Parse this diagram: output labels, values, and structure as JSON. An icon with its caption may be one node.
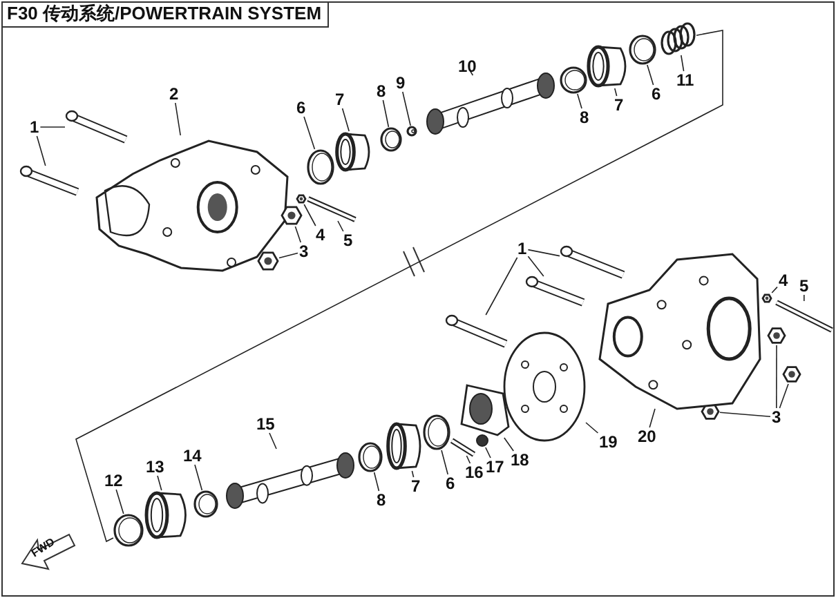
{
  "diagram": {
    "title": "F30 传动系统/POWERTRAIN SYSTEM",
    "nodes": [
      {
        "text": [
          "1"
        ]
      },
      {
        "text": [
          "2"
        ]
      },
      {
        "text": [
          "6"
        ]
      },
      {
        "text": [
          "7"
        ]
      },
      {
        "text": [
          "8"
        ]
      },
      {
        "text": [
          "9"
        ]
      },
      {
        "text": [
          "10"
        ]
      },
      {
        "text": [
          "8"
        ]
      },
      {
        "text": [
          "7"
        ]
      },
      {
        "text": [
          "6"
        ]
      },
      {
        "text": [
          "11"
        ]
      },
      {
        "text": [
          "3"
        ]
      },
      {
        "text": [
          "4"
        ]
      },
      {
        "text": [
          "5"
        ]
      },
      {
        "text": [
          "1"
        ]
      },
      {
        "text": [
          "4"
        ]
      },
      {
        "text": [
          "5"
        ]
      },
      {
        "text": [
          "3"
        ]
      },
      {
        "text": [
          "20"
        ]
      },
      {
        "text": [
          "19"
        ]
      },
      {
        "text": [
          "18"
        ]
      },
      {
        "text": [
          "17"
        ]
      },
      {
        "text": [
          "16"
        ]
      },
      {
        "text": [
          "6"
        ]
      },
      {
        "text": [
          "7"
        ]
      },
      {
        "text": [
          "8"
        ]
      },
      {
        "text": [
          "15"
        ]
      },
      {
        "text": [
          "14"
        ]
      },
      {
        "text": [
          "13"
        ]
      },
      {
        "text": [
          "12"
        ]
      },
      {
        "text": [],
        "shape": "picture"
      },
      {
        "text": [],
        "shape": "picture"
      },
      {
        "text": [],
        "shape": "picture"
      },
      {
        "text": [],
        "shape": "picture"
      },
      {
        "text": [],
        "shape": "cylinder"
      },
      {
        "text": [],
        "shape": "picture"
      },
      {
        "text": [],
        "shape": "picture"
      },
      {
        "text": [],
        "shape": "picture"
      },
      {
        "text": [],
        "shape": "picture"
      },
      {
        "text": [],
        "shape": "cylinder"
      },
      {
        "text": [],
        "shape": "picture"
      },
      {
        "text": [],
        "shape": "picture"
      },
      {
        "text": [],
        "shape": "picture"
      },
      {
        "text": [],
        "shape": "picture"
      },
      {
        "text": [],
        "shape": "picture"
      },
      {
        "text": [],
        "shape": "picture"
      },
      {
        "text": [],
        "shape": "picture"
      },
      {
        "text": [],
        "shape": "picture"
      },
      {
        "text": [],
        "shape": "picture"
      },
      {
        "text": [],
        "shape": "picture"
      },
      {
        "text": [],
        "shape": "picture"
      },
      {
        "text": [],
        "shape": "picture"
      },
      {
        "text": [],
        "shape": "picture"
      },
      {
        "text": [],
        "shape": "picture"
      },
      {
        "text": [],
        "shape": "picture"
      },
      {
        "text": [],
        "shape": "picture"
      },
      {
        "text": [],
        "shape": "picture"
      },
      {
        "text": [],
        "shape": "circle"
      },
      {
        "text": [],
        "shape": "picture"
      },
      {
        "text": [],
        "shape": "picture"
      },
      {
        "text": [],
        "shape": "cylinder"
      },
      {
        "text": [],
        "shape": "picture"
      },
      {
        "text": [],
        "shape": "picture"
      },
      {
        "text": [],
        "shape": "picture"
      },
      {
        "text": [],
        "shape": "cylinder"
      },
      {
        "text": [],
        "shape": "picture"
      }
    ],
    "edges": [
      {
        "from": 0,
        "to": 30,
        "arrow": "none"
      },
      {
        "from": 0,
        "to": 31,
        "arrow": "none"
      },
      {
        "from": 1,
        "to": 32,
        "arrow": "none"
      },
      {
        "from": 2,
        "to": 33,
        "arrow": "none"
      },
      {
        "from": 3,
        "to": 34,
        "arrow": "none"
      },
      {
        "from": 4,
        "to": 35,
        "arrow": "none"
      },
      {
        "from": 5,
        "to": 36,
        "arrow": "none"
      },
      {
        "from": 6,
        "to": 37,
        "arrow": "none"
      },
      {
        "from": 7,
        "to": 38,
        "arrow": "none"
      },
      {
        "from": 8,
        "to": 39,
        "arrow": "none"
      },
      {
        "from": 9,
        "to": 40,
        "arrow": "none"
      },
      {
        "from": 10,
        "to": 41,
        "arrow": "none"
      },
      {
        "from": 11,
        "to": 42,
        "arrow": "none"
      },
      {
        "from": 11,
        "to": 43,
        "arrow": "none"
      },
      {
        "from": 12,
        "to": 44,
        "arrow": "none"
      },
      {
        "from": 13,
        "to": 45,
        "arrow": "none"
      },
      {
        "from": 14,
        "to": 46,
        "arrow": "none"
      },
      {
        "from": 14,
        "to": 47,
        "arrow": "none"
      },
      {
        "from": 14,
        "to": 48,
        "arrow": "none"
      },
      {
        "from": 15,
        "to": 49,
        "arrow": "none"
      },
      {
        "from": 16,
        "to": 50,
        "arrow": "none"
      },
      {
        "from": 17,
        "to": 51,
        "arrow": "none"
      },
      {
        "from": 17,
        "to": 52,
        "arrow": "none"
      },
      {
        "from": 17,
        "to": 53,
        "arrow": "none"
      },
      {
        "from": 18,
        "to": 54,
        "arrow": "none"
      },
      {
        "from": 19,
        "to": 55,
        "arrow": "none"
      },
      {
        "from": 20,
        "to": 56,
        "arrow": "none"
      },
      {
        "from": 21,
        "to": 57,
        "arrow": "none"
      },
      {
        "from": 22,
        "to": 58,
        "arrow": "none"
      },
      {
        "from": 23,
        "to": 59,
        "arrow": "none"
      },
      {
        "from": 24,
        "to": 60,
        "arrow": "none"
      },
      {
        "from": 25,
        "to": 61,
        "arrow": "none"
      },
      {
        "from": 26,
        "to": 62,
        "arrow": "none"
      },
      {
        "from": 27,
        "to": 63,
        "arrow": "none"
      },
      {
        "from": 28,
        "to": 64,
        "arrow": "none"
      },
      {
        "from": 29,
        "to": 65,
        "arrow": "none"
      },
      {
        "from": 41,
        "to": 65,
        "arrow": "none"
      }
    ],
    "labels": [
      "FWD"
    ]
  }
}
